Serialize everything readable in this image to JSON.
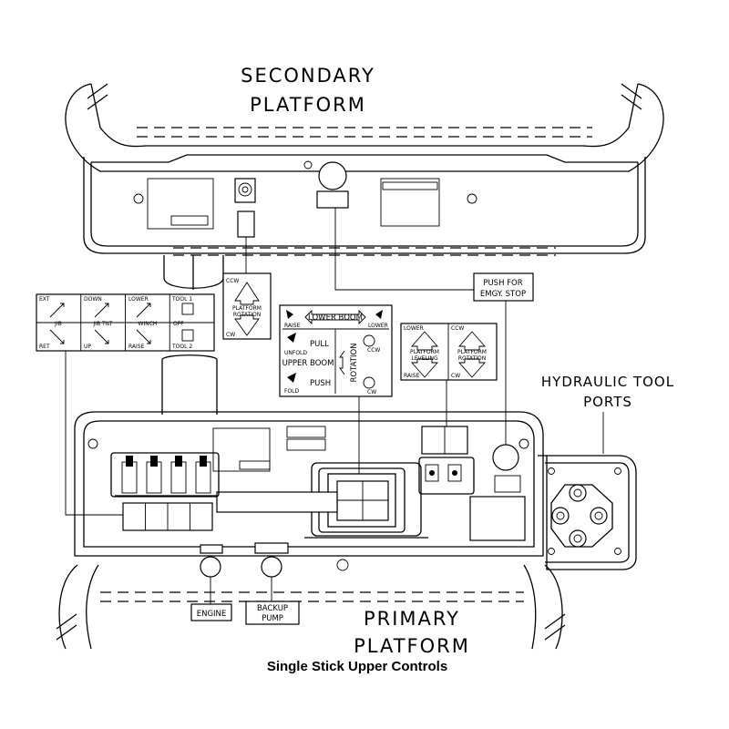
{
  "labels": {
    "secondary_line1": "SECONDARY",
    "secondary_line2": "PLATFORM",
    "primary_line1": "PRIMARY",
    "primary_line2": "PLATFORM",
    "hydraulic_line1": "HYDRAULIC TOOL",
    "hydraulic_line2": "PORTS",
    "push_line1": "PUSH FOR",
    "push_line2": "EMGY. STOP",
    "engine": "ENGINE",
    "backup_line1": "BACKUP",
    "backup_line2": "PUMP",
    "caption": "Single Stick Upper Controls"
  },
  "decals": {
    "tool_panel": {
      "top_labels": [
        "EXT",
        "DOWN",
        "LOWER",
        "TOOL 1"
      ],
      "mid_labels": [
        "JIB",
        "JIB TILT",
        "WINCH"
      ],
      "off": "OFF",
      "bottom_labels": [
        "RET",
        "UP",
        "RAISE",
        "TOOL 2"
      ]
    },
    "platform_rotation_left": {
      "top": "CCW",
      "line1": "PLATFORM",
      "line2": "ROTATION",
      "bottom": "CW"
    },
    "boom_panel": {
      "lower_boom": "LOWER BOOM",
      "raise": "RAISE",
      "lower": "LOWER",
      "pull": "PULL",
      "unfold": "UNFOLD",
      "upper_boom": "UPPER BOOM",
      "push": "PUSH",
      "fold": "FOLD",
      "rotation": "ROTATION",
      "ccw": "CCW",
      "cw": "CW"
    },
    "leveling_panel": {
      "lower": "LOWER",
      "ccw": "CCW",
      "leveling_line1": "PLATFORM",
      "leveling_line2": "LEVELING",
      "rotation_line1": "PLATFORM",
      "rotation_line2": "ROTATION",
      "raise": "RAISE",
      "cw": "CW"
    }
  }
}
